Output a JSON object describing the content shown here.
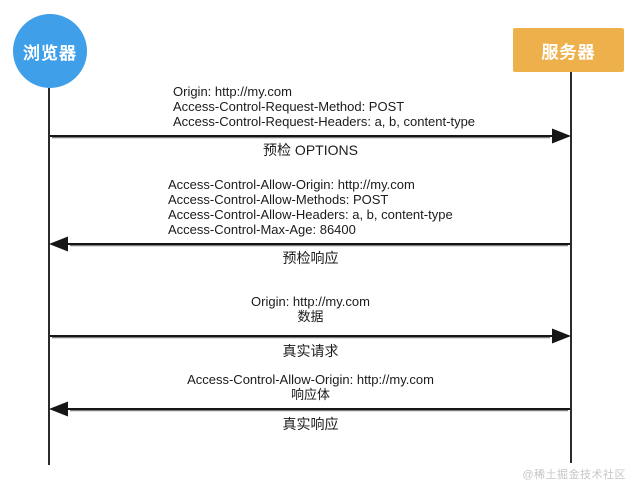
{
  "actors": {
    "browser": {
      "label": "浏览器"
    },
    "server": {
      "label": "服务器"
    }
  },
  "colors": {
    "browser": "#3f9fe9",
    "server": "#eeb04a",
    "arrow": "#161616",
    "watermark": "#c6c6c6"
  },
  "messages": [
    {
      "direction": "right",
      "lines": [
        "Origin: http://my.com",
        "Access-Control-Request-Method: POST",
        "Access-Control-Request-Headers: a, b, content-type"
      ],
      "label": "预检 OPTIONS"
    },
    {
      "direction": "left",
      "lines": [
        "Access-Control-Allow-Origin: http://my.com",
        "Access-Control-Allow-Methods: POST",
        "Access-Control-Allow-Headers: a, b, content-type",
        "Access-Control-Max-Age: 86400"
      ],
      "label": "预检响应"
    },
    {
      "direction": "right",
      "lines": [
        "Origin: http://my.com",
        "数据"
      ],
      "label": "真实请求"
    },
    {
      "direction": "left",
      "lines": [
        "Access-Control-Allow-Origin: http://my.com",
        "响应体"
      ],
      "label": "真实响应"
    }
  ],
  "watermark": "@稀土掘金技术社区"
}
